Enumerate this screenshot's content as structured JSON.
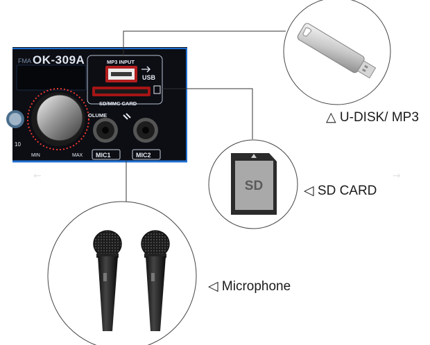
{
  "labels": {
    "udisk": "△ U-DISK/ MP3",
    "sd": "◁  SD CARD",
    "mic": "◁  Microphone"
  },
  "panel": {
    "model": "OK-309A",
    "brand_fragment": "FMA",
    "mp3_input": "MP3 INPUT",
    "usb": "USB",
    "sd_mmc": "SD/MMC CARD",
    "volume": "OLUME",
    "mic1": "MIC1",
    "mic2": "MIC2",
    "min": "MIN",
    "max": "MAX",
    "dial_number": "10"
  },
  "colors": {
    "panel": "#0c0e14",
    "panel_border": "#1f6fd0",
    "knob_led": "#ff3b30",
    "connector_line": "#333333",
    "circle_stroke": "#444444"
  },
  "icons": {
    "usb_stick": "usb-stick-icon",
    "sd_card": "sd-card-icon",
    "microphone": "microphone-icon"
  }
}
